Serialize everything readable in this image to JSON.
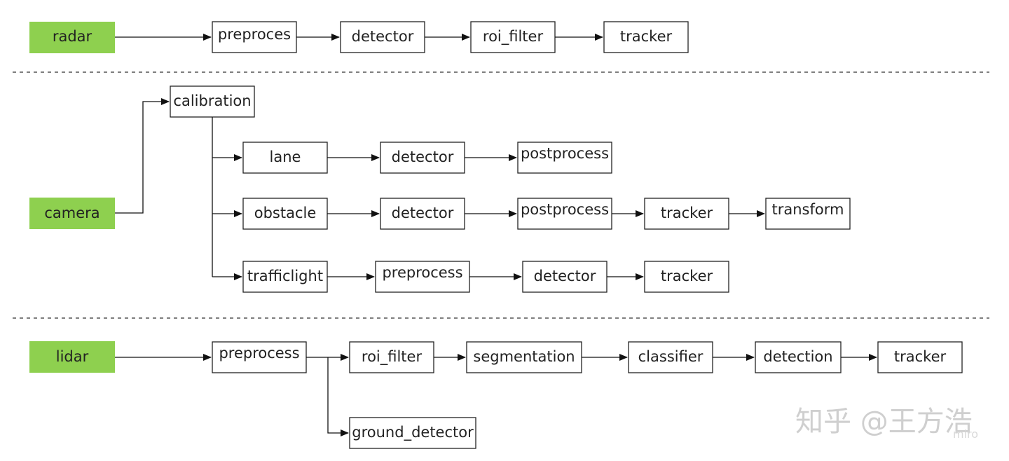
{
  "colors": {
    "source_fill": "#8ed04f",
    "box_stroke": "#222222",
    "line": "#111111",
    "divider": "#333333"
  },
  "nodes": {
    "radar": "radar",
    "radar_preproces": "preproces",
    "radar_detector": "detector",
    "radar_roi_filter": "roi_filter",
    "radar_tracker": "tracker",
    "camera": "camera",
    "calibration": "calibration",
    "lane": "lane",
    "lane_detector": "detector",
    "lane_postprocess": "postprocess",
    "obstacle": "obstacle",
    "obstacle_detector": "detector",
    "obstacle_postprocess": "postprocess",
    "obstacle_tracker": "tracker",
    "transform": "transform",
    "trafficlight": "trafficlight",
    "trafficlight_preprocess": "preprocess",
    "trafficlight_detector": "detector",
    "trafficlight_tracker": "tracker",
    "lidar": "lidar",
    "lidar_preprocess": "preprocess",
    "lidar_roi_filter": "roi_filter",
    "segmentation": "segmentation",
    "classifier": "classifier",
    "detection": "detection",
    "lidar_tracker": "tracker",
    "ground_detector": "ground_detector"
  },
  "watermark": {
    "text": "知乎 @王方浩",
    "miro": "miro"
  }
}
